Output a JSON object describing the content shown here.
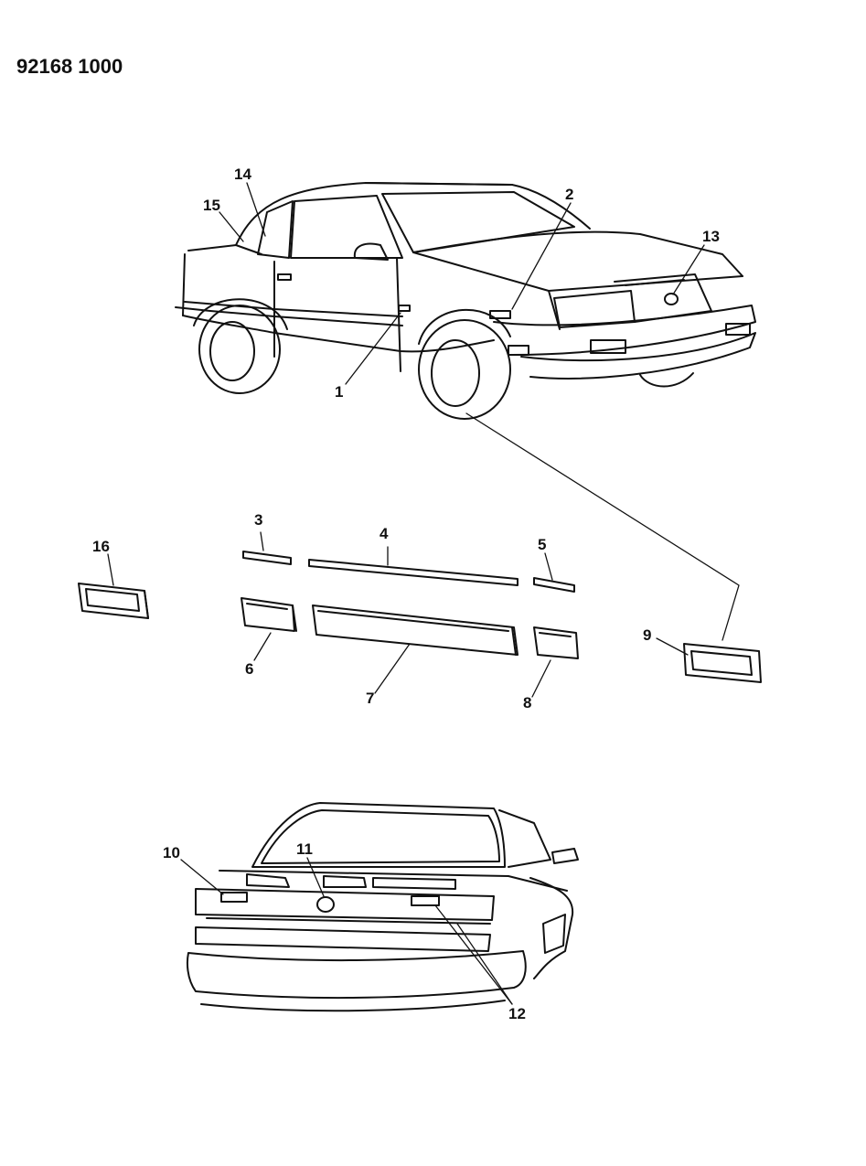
{
  "document_id": "92168 1000",
  "callouts": [
    {
      "id": "1",
      "text": "1"
    },
    {
      "id": "2",
      "text": "2"
    },
    {
      "id": "3",
      "text": "3"
    },
    {
      "id": "4",
      "text": "4"
    },
    {
      "id": "5",
      "text": "5"
    },
    {
      "id": "6",
      "text": "6"
    },
    {
      "id": "7",
      "text": "7"
    },
    {
      "id": "8",
      "text": "8"
    },
    {
      "id": "9",
      "text": "9"
    },
    {
      "id": "10",
      "text": "10"
    },
    {
      "id": "11",
      "text": "11"
    },
    {
      "id": "12",
      "text": "12"
    },
    {
      "id": "13",
      "text": "13"
    },
    {
      "id": "14",
      "text": "14"
    },
    {
      "id": "15",
      "text": "15"
    },
    {
      "id": "16",
      "text": "16"
    }
  ],
  "colors": {
    "ink": "#111111",
    "paper": "#ffffff"
  }
}
